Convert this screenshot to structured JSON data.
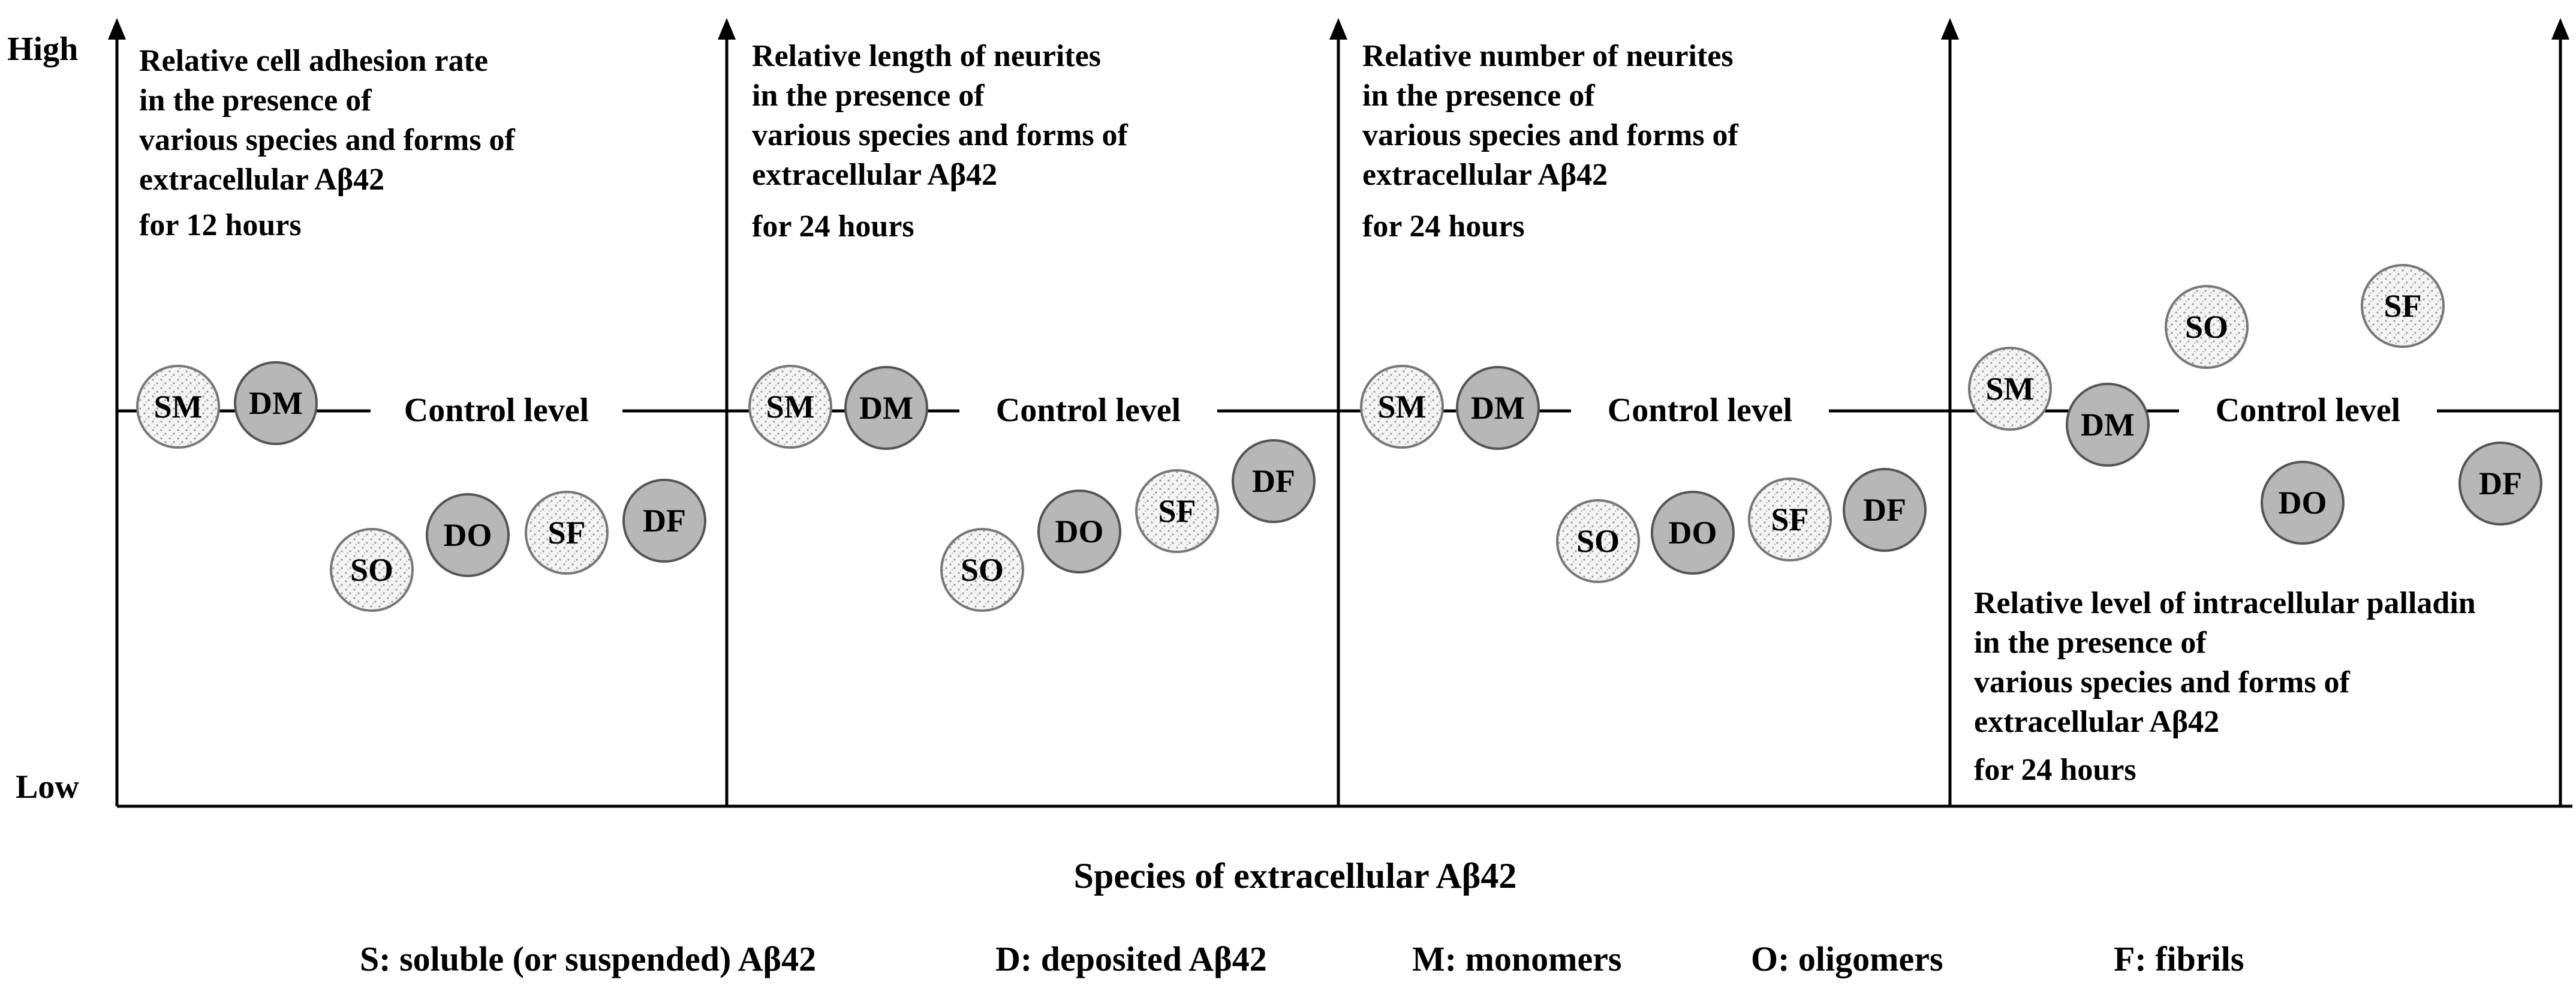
{
  "axis": {
    "y_high": "High",
    "y_low": "Low",
    "x_label": "Species of extracellular Aβ42"
  },
  "control_label": "Control level",
  "colors": {
    "soluble_fill": "#f4f4f4",
    "soluble_stipple": "#9a9a9a",
    "deposited_fill": "#b7b7b7",
    "line": "#000000"
  },
  "panels": [
    {
      "title_lines": [
        "Relative cell adhesion rate",
        "in the presence of",
        "various species and forms of",
        "extracellular Aβ42",
        "for 12 hours"
      ],
      "markers": [
        {
          "label": "SM",
          "form": "soluble",
          "level": "control"
        },
        {
          "label": "DM",
          "form": "deposited",
          "level": "control"
        },
        {
          "label": "SO",
          "form": "soluble",
          "level": "below control"
        },
        {
          "label": "DO",
          "form": "deposited",
          "level": "below control"
        },
        {
          "label": "SF",
          "form": "soluble",
          "level": "below control"
        },
        {
          "label": "DF",
          "form": "deposited",
          "level": "below control"
        }
      ]
    },
    {
      "title_lines": [
        "Relative length of neurites",
        "in the presence of",
        "various species and forms of",
        "extracellular Aβ42",
        "for 24 hours"
      ],
      "markers": [
        {
          "label": "SM",
          "form": "soluble",
          "level": "control"
        },
        {
          "label": "DM",
          "form": "deposited",
          "level": "control"
        },
        {
          "label": "SO",
          "form": "soluble",
          "level": "below control"
        },
        {
          "label": "DO",
          "form": "deposited",
          "level": "below control"
        },
        {
          "label": "SF",
          "form": "soluble",
          "level": "below control"
        },
        {
          "label": "DF",
          "form": "deposited",
          "level": "below control"
        }
      ]
    },
    {
      "title_lines": [
        "Relative number of neurites",
        "in the presence of",
        "various species and forms of",
        "extracellular Aβ42",
        "for 24 hours"
      ],
      "markers": [
        {
          "label": "SM",
          "form": "soluble",
          "level": "control"
        },
        {
          "label": "DM",
          "form": "deposited",
          "level": "control"
        },
        {
          "label": "SO",
          "form": "soluble",
          "level": "below control"
        },
        {
          "label": "DO",
          "form": "deposited",
          "level": "below control"
        },
        {
          "label": "SF",
          "form": "soluble",
          "level": "below control"
        },
        {
          "label": "DF",
          "form": "deposited",
          "level": "below control"
        }
      ]
    },
    {
      "title_lines": [
        "Relative level of intracellular palladin",
        "in the presence of",
        "various species and forms of",
        "extracellular Aβ42",
        "for 24 hours"
      ],
      "markers": [
        {
          "label": "SM",
          "form": "soluble",
          "level": "control"
        },
        {
          "label": "DM",
          "form": "deposited",
          "level": "control"
        },
        {
          "label": "SO",
          "form": "soluble",
          "level": "above control"
        },
        {
          "label": "DO",
          "form": "deposited",
          "level": "below control"
        },
        {
          "label": "SF",
          "form": "soluble",
          "level": "above control"
        },
        {
          "label": "DF",
          "form": "deposited",
          "level": "below control"
        }
      ]
    }
  ],
  "legend": [
    {
      "key": "S",
      "text": "S: soluble (or suspended) Aβ42"
    },
    {
      "key": "D",
      "text": "D: deposited Aβ42"
    },
    {
      "key": "M",
      "text": "M: monomers"
    },
    {
      "key": "O",
      "text": "O: oligomers"
    },
    {
      "key": "F",
      "text": "F: fibrils"
    }
  ]
}
